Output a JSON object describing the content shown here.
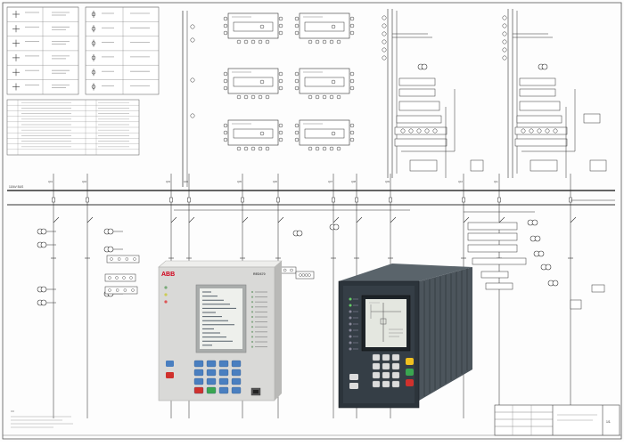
{
  "drawing": {
    "busbar_label": "110kV BUS",
    "feeder_labels": [
      "Q01",
      "Q02",
      "Q03",
      "Q04",
      "Q05",
      "Q06",
      "Q07",
      "Q08",
      "Q09",
      "Q10",
      "Q11"
    ],
    "legend_rows": 6,
    "table_rows": 10
  },
  "devices": {
    "left_brand": "ABB",
    "left_model": "RED670"
  },
  "title_block": {
    "line1": "",
    "line2": "",
    "sheet": "1/1"
  },
  "colors": {
    "line": "#333333",
    "device_left_body": "#d8d8d6",
    "device_right_body": "#2e3740",
    "screen": "#e8ebe4",
    "key_blue": "#4a7fc0",
    "key_red": "#d0312d",
    "key_green": "#3aa650",
    "key_yellow": "#f0c020"
  }
}
